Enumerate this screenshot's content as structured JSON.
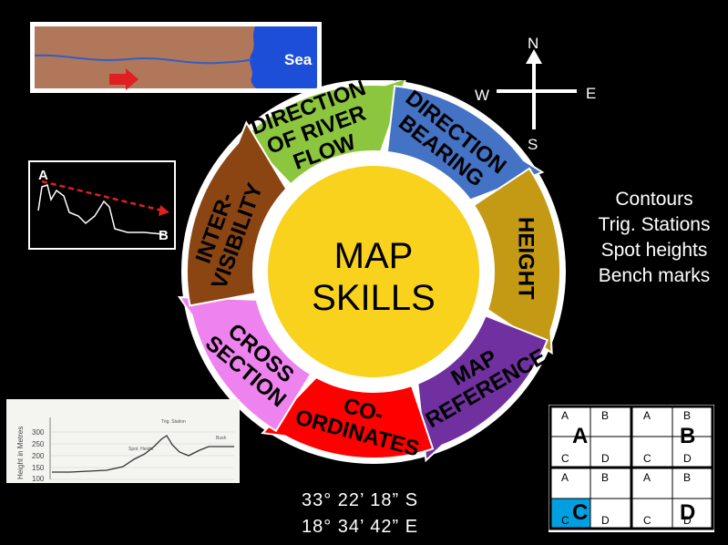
{
  "wheel": {
    "center": [
      "MAP",
      "SKILLS"
    ],
    "segments": [
      {
        "id": "direction-river",
        "lines": [
          "DIRECTION",
          "OF RIVER",
          "FLOW"
        ],
        "color": "#8cc63e"
      },
      {
        "id": "direction-bearing",
        "lines": [
          "DIRECTION",
          "BEARING"
        ],
        "color": "#4472c4"
      },
      {
        "id": "height",
        "lines": [
          "HEIGHT"
        ],
        "color": "#c49a14"
      },
      {
        "id": "map-reference",
        "lines": [
          "MAP",
          "REFERENCE"
        ],
        "color": "#7030a0"
      },
      {
        "id": "coordinates",
        "lines": [
          "CO-",
          "ORDINATES"
        ],
        "color": "#ff0000"
      },
      {
        "id": "cross-section",
        "lines": [
          "CROSS",
          "SECTION"
        ],
        "color": "#ee82ee"
      },
      {
        "id": "intervisibility",
        "lines": [
          "INTER-",
          "VISIBILITY"
        ],
        "color": "#8b4513"
      }
    ]
  },
  "compass": {
    "n": "N",
    "e": "E",
    "s": "S",
    "w": "W"
  },
  "river_map": {
    "label": "Sea",
    "land_color": "#b0775a",
    "sea_color": "#1c4ed8",
    "river_color": "#3060c0",
    "arrow_color": "#e02020"
  },
  "intervisibility_panel": {
    "start": "A",
    "end": "B"
  },
  "height_list": [
    "Contours",
    "Trig. Stations",
    "Spot heights",
    "Bench marks"
  ],
  "coords": {
    "lat": "33° 22’ 18” S",
    "lon": "18° 34’ 42” E"
  },
  "profile_graph": {
    "ylabel": "Height in Metres",
    "ticks": [
      "300",
      "250",
      "200",
      "150",
      "100"
    ],
    "peak_labels": [
      "Trig. Station",
      "Spot. Height",
      "Bush"
    ]
  },
  "grid_ref": {
    "quadrants": [
      {
        "cells": [
          "A",
          "B",
          "C",
          "D"
        ],
        "big": "A",
        "big_pos": "tl"
      },
      {
        "cells": [
          "A",
          "B",
          "C",
          "D"
        ],
        "big": "B",
        "big_pos": "tr"
      },
      {
        "cells": [
          "A",
          "B",
          "C",
          "D"
        ],
        "big": "C",
        "big_pos": "bl"
      },
      {
        "cells": [
          "A",
          "B",
          "C",
          "D"
        ],
        "big": "D",
        "big_pos": "br"
      }
    ],
    "highlight_color": "#00a0e0"
  }
}
